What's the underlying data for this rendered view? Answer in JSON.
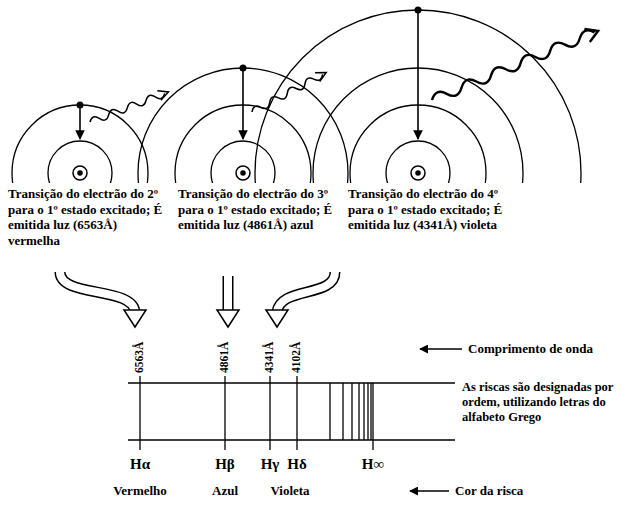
{
  "diagram": {
    "labels": [
      "Transição do electrão do 2º para o 1º estado excitado; É emitida luz (6563Å) vermelha",
      "Transição do electrão do 3º para o 1º estado excitado; É emitida luz (4861Å) azul",
      "Transição do electrão do 4º para o 1º estado excitado; É emitida luz (4341Å) violeta",
      "6563Å",
      "4861Å",
      "4341Å",
      "4102Å",
      "Comprimento de onda",
      "As riscas são designadas por ordem, utilizando letras do alfabeto Grego",
      "Hα",
      "Hβ",
      "Hγ",
      "Hδ",
      "H∞",
      "Vermelho",
      "Azul",
      "Violeta",
      "Cor da risca"
    ]
  }
}
